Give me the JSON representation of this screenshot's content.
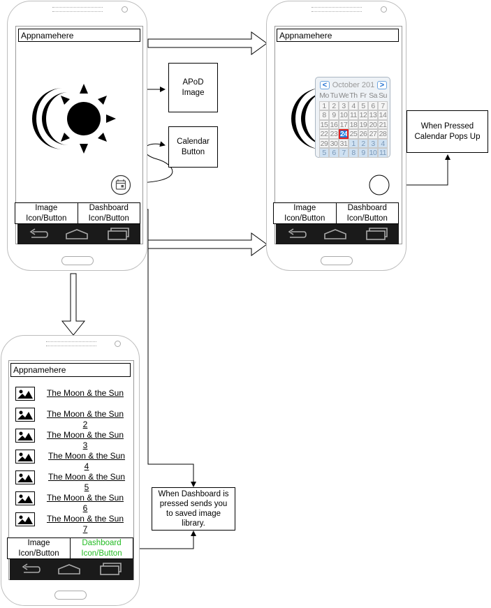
{
  "app": {
    "title": "Appnamehere"
  },
  "tabs": {
    "image": "Image\nIcon/Button",
    "dashboard": "Dashboard\nIcon/Button"
  },
  "annotations": {
    "apod": "APoD\nImage",
    "calendar_button": "Calendar\nButton",
    "calendar_popup": "When Pressed\nCalendar Pops Up",
    "dashboard_note": "When Dashboard is\npressed sends you\nto saved image\nlibrary."
  },
  "calendar": {
    "month": "October 201",
    "prev": "<",
    "next": ">",
    "weekdays": [
      "Mo",
      "Tu",
      "We",
      "Th",
      "Fr",
      "Sa",
      "Su"
    ],
    "weeks": [
      [
        "1",
        "2",
        "3",
        "4",
        "5",
        "6",
        "7"
      ],
      [
        "8",
        "9",
        "10",
        "11",
        "12",
        "13",
        "14"
      ],
      [
        "15",
        "16",
        "17",
        "18",
        "19",
        "20",
        "21"
      ],
      [
        "22",
        "23",
        "24",
        "25",
        "26",
        "27",
        "28"
      ],
      [
        "29",
        "30",
        "31",
        "1",
        "2",
        "3",
        "4"
      ],
      [
        "5",
        "6",
        "7",
        "8",
        "9",
        "10",
        "11"
      ]
    ],
    "selected": "24"
  },
  "library": {
    "items": [
      "The Moon & the Sun",
      "The Moon & the Sun\n2",
      "The Moon & the Sun\n3",
      "The Moon & the Sun\n4",
      "The Moon & the Sun\n5",
      "The Moon & the Sun\n6",
      "The Moon & the Sun\n7"
    ]
  },
  "icons": {
    "sun_moon": "sun-and-moon-icon",
    "calendar": "calendar-icon",
    "back": "back-arrow-icon",
    "home": "home-icon",
    "recents": "recent-apps-icon",
    "image": "image-thumbnail-icon"
  },
  "colors": {
    "active_tab": "#22bb22",
    "calendar_selected": "#1f7fe0",
    "calendar_nav": "#1f6fd0"
  }
}
